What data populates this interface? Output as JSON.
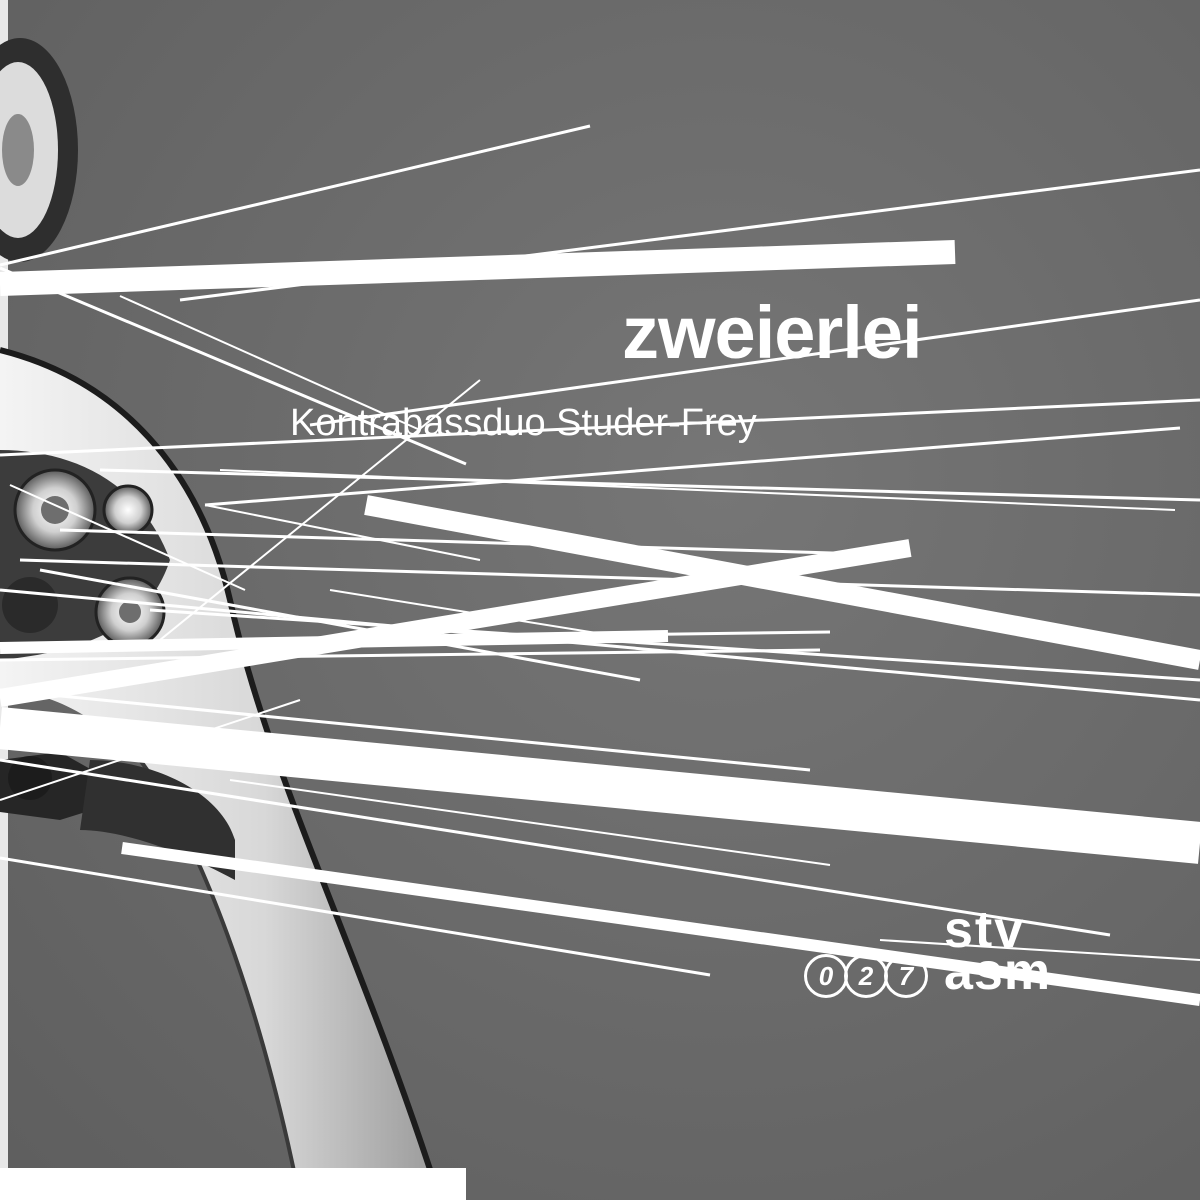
{
  "album": {
    "title": "zweierlei",
    "artist": "Kontrabassduo Studer-Frey"
  },
  "label": {
    "line1": "stv",
    "line2": "asm",
    "catalog_digits": [
      "0",
      "2",
      "7"
    ]
  },
  "colors": {
    "background": "#6b6b6b",
    "lines": "#ffffff",
    "text": "#ffffff"
  },
  "image": {
    "subject": "double-bass-scroll-photo"
  }
}
